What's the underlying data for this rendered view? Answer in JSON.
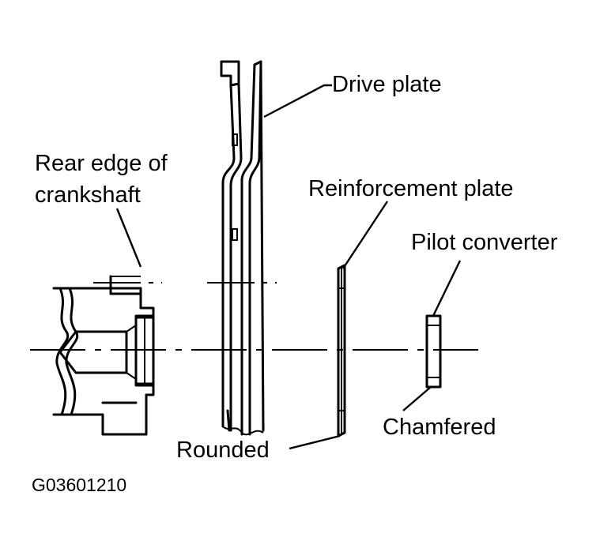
{
  "labels": {
    "drive_plate": "Drive plate",
    "rear_edge_line1": "Rear edge of",
    "rear_edge_line2": "crankshaft",
    "reinforcement_plate": "Reinforcement plate",
    "pilot_converter": "Pilot converter",
    "chamfered": "Chamfered",
    "rounded": "Rounded"
  },
  "figure_code": "G03601210"
}
